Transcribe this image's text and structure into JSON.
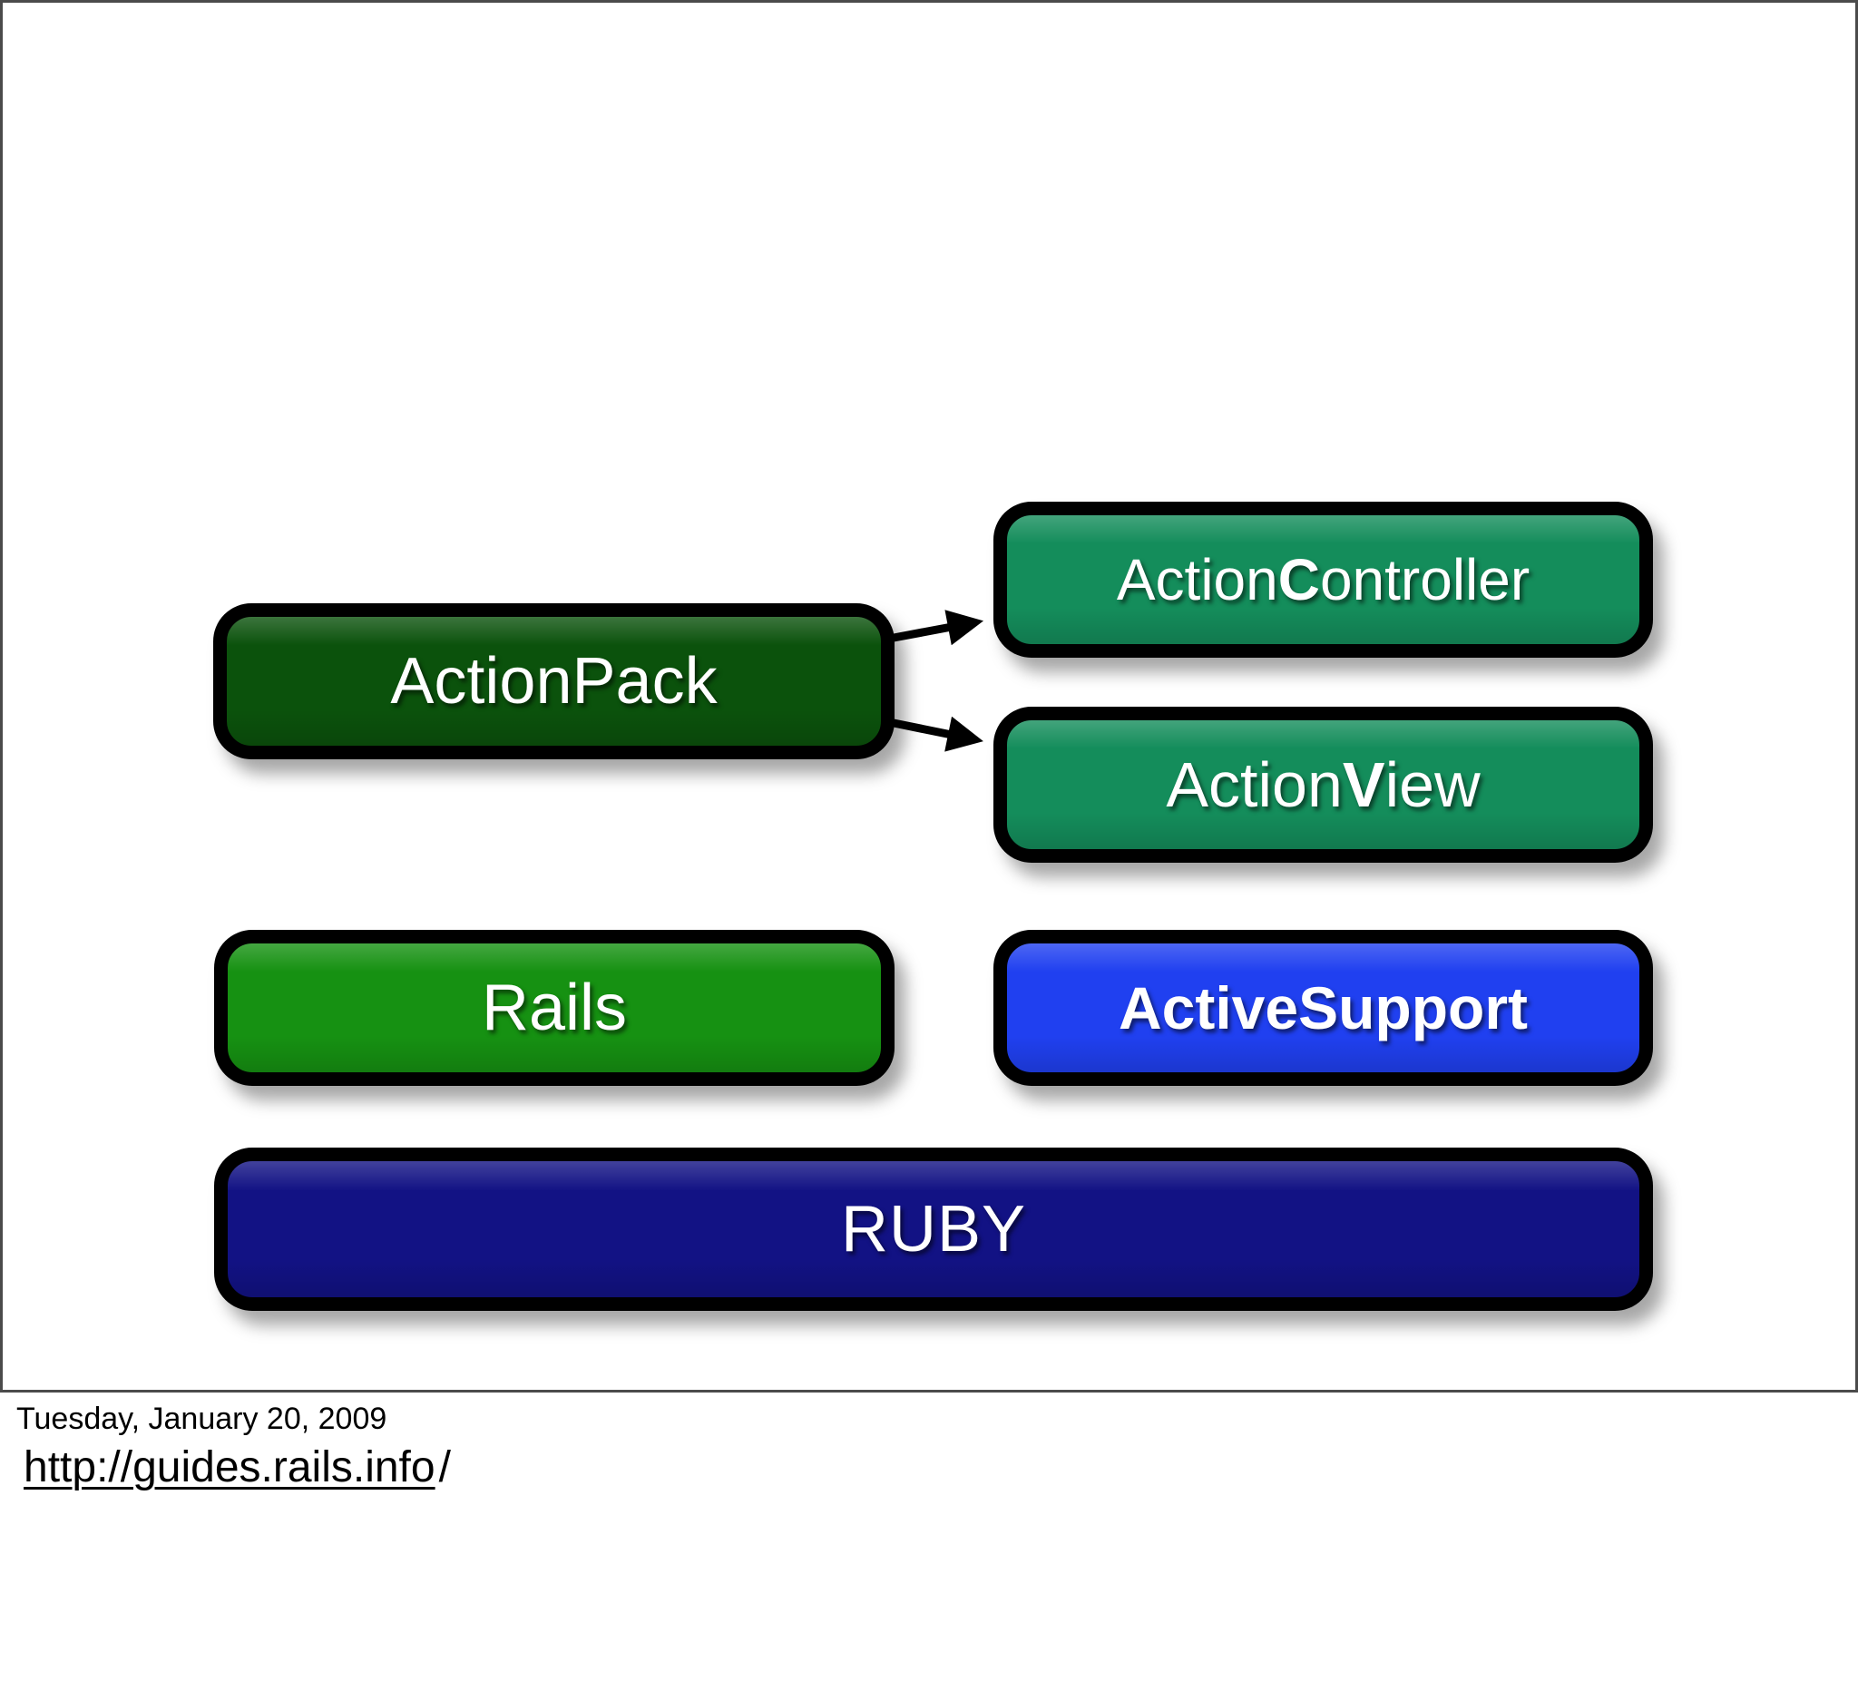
{
  "slide": {
    "background": "#ffffff",
    "border_color": "#4b4b4b"
  },
  "boxes": {
    "actionpack": {
      "label": "ActionPack",
      "fill": "#0B520C"
    },
    "actioncontroller": {
      "prefix": "Action",
      "bold_letter": "C",
      "suffix": "ontroller",
      "fill": "#148D5B"
    },
    "actionview": {
      "prefix": "Action",
      "bold_letter": "V",
      "suffix": "iew",
      "fill": "#148D5B"
    },
    "rails": {
      "label": "Rails",
      "fill": "#169112"
    },
    "activesupport": {
      "label": "ActiveSupport",
      "fill": "#2040F0"
    },
    "ruby": {
      "label": "RUBY",
      "fill": "#121284"
    }
  },
  "arrows": {
    "color": "#000000",
    "items": [
      {
        "name": "actionpack-to-actioncontroller"
      },
      {
        "name": "actionpack-to-actionview"
      }
    ]
  },
  "footer": {
    "date": "Tuesday, January 20, 2009",
    "url_text": "http://guides.rails.info",
    "url_trailing": "/"
  }
}
